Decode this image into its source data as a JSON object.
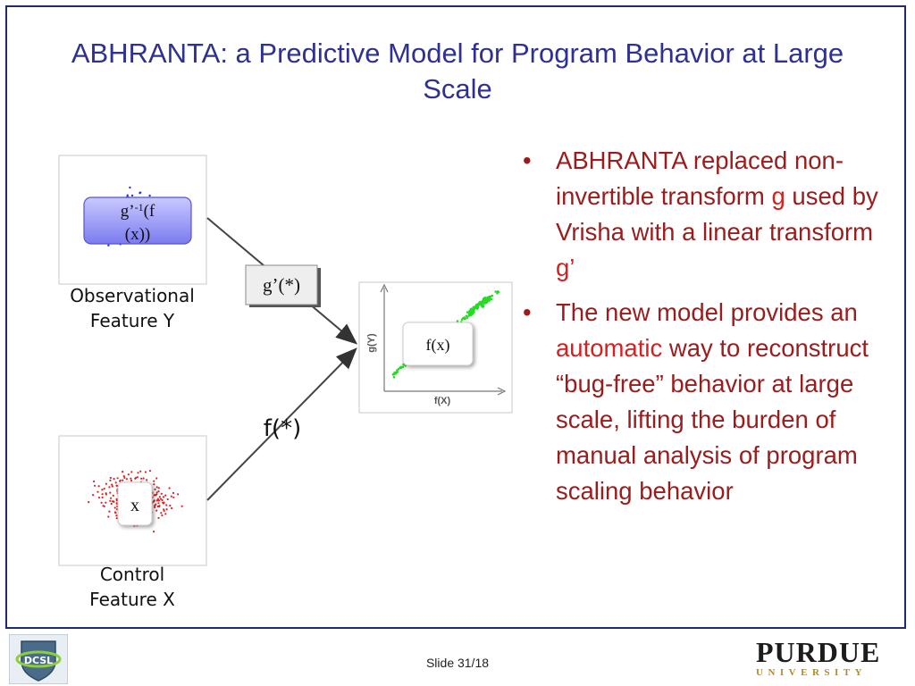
{
  "slide": {
    "title": "ABHRANTA: a Predictive Model for Program Behavior at Large Scale",
    "slide_number": "Slide 31/18"
  },
  "diagram": {
    "observational_caption_1": "Observational",
    "observational_caption_2": "Feature Y",
    "control_caption_1": "Control",
    "control_caption_2": "Feature X",
    "g_inverse_prefix": "g’",
    "g_inverse_sup": "-1",
    "g_inverse_arg1": "(f",
    "g_inverse_arg2": "(x))",
    "g_prime_label": "g’(*)",
    "f_star_label": "f(*)",
    "fx_label": "f(x)",
    "x_label": "x",
    "plot_ylabel": "g(Y)",
    "plot_xlabel": "f(X)"
  },
  "bullets": [
    {
      "parts": [
        {
          "text": "ABHRANTA replaced non-invertible transform ",
          "highlight": false
        },
        {
          "text": "g",
          "highlight": true
        },
        {
          "text": " used by Vrisha with a linear transform ",
          "highlight": false
        },
        {
          "text": "g’",
          "highlight": true
        }
      ]
    },
    {
      "parts": [
        {
          "text": "The new model provides an ",
          "highlight": false
        },
        {
          "text": "automatic",
          "highlight": true
        },
        {
          "text": " way to reconstruct “bug-free” behavior at large scale, lifting the burden of manual analysis of program scaling behavior",
          "highlight": false
        }
      ]
    }
  ],
  "footer": {
    "left_logo_text": "DCSL",
    "right_logo_line1": "PURDUE",
    "right_logo_line2": "UNIVERSITY"
  },
  "colors": {
    "title": "#2e3192",
    "bullet_text": "#9b1c1c",
    "highlight": "#d81e1e",
    "blue_points": "#2233dd",
    "red_points": "#dd2222",
    "green_points": "#22dd22"
  }
}
